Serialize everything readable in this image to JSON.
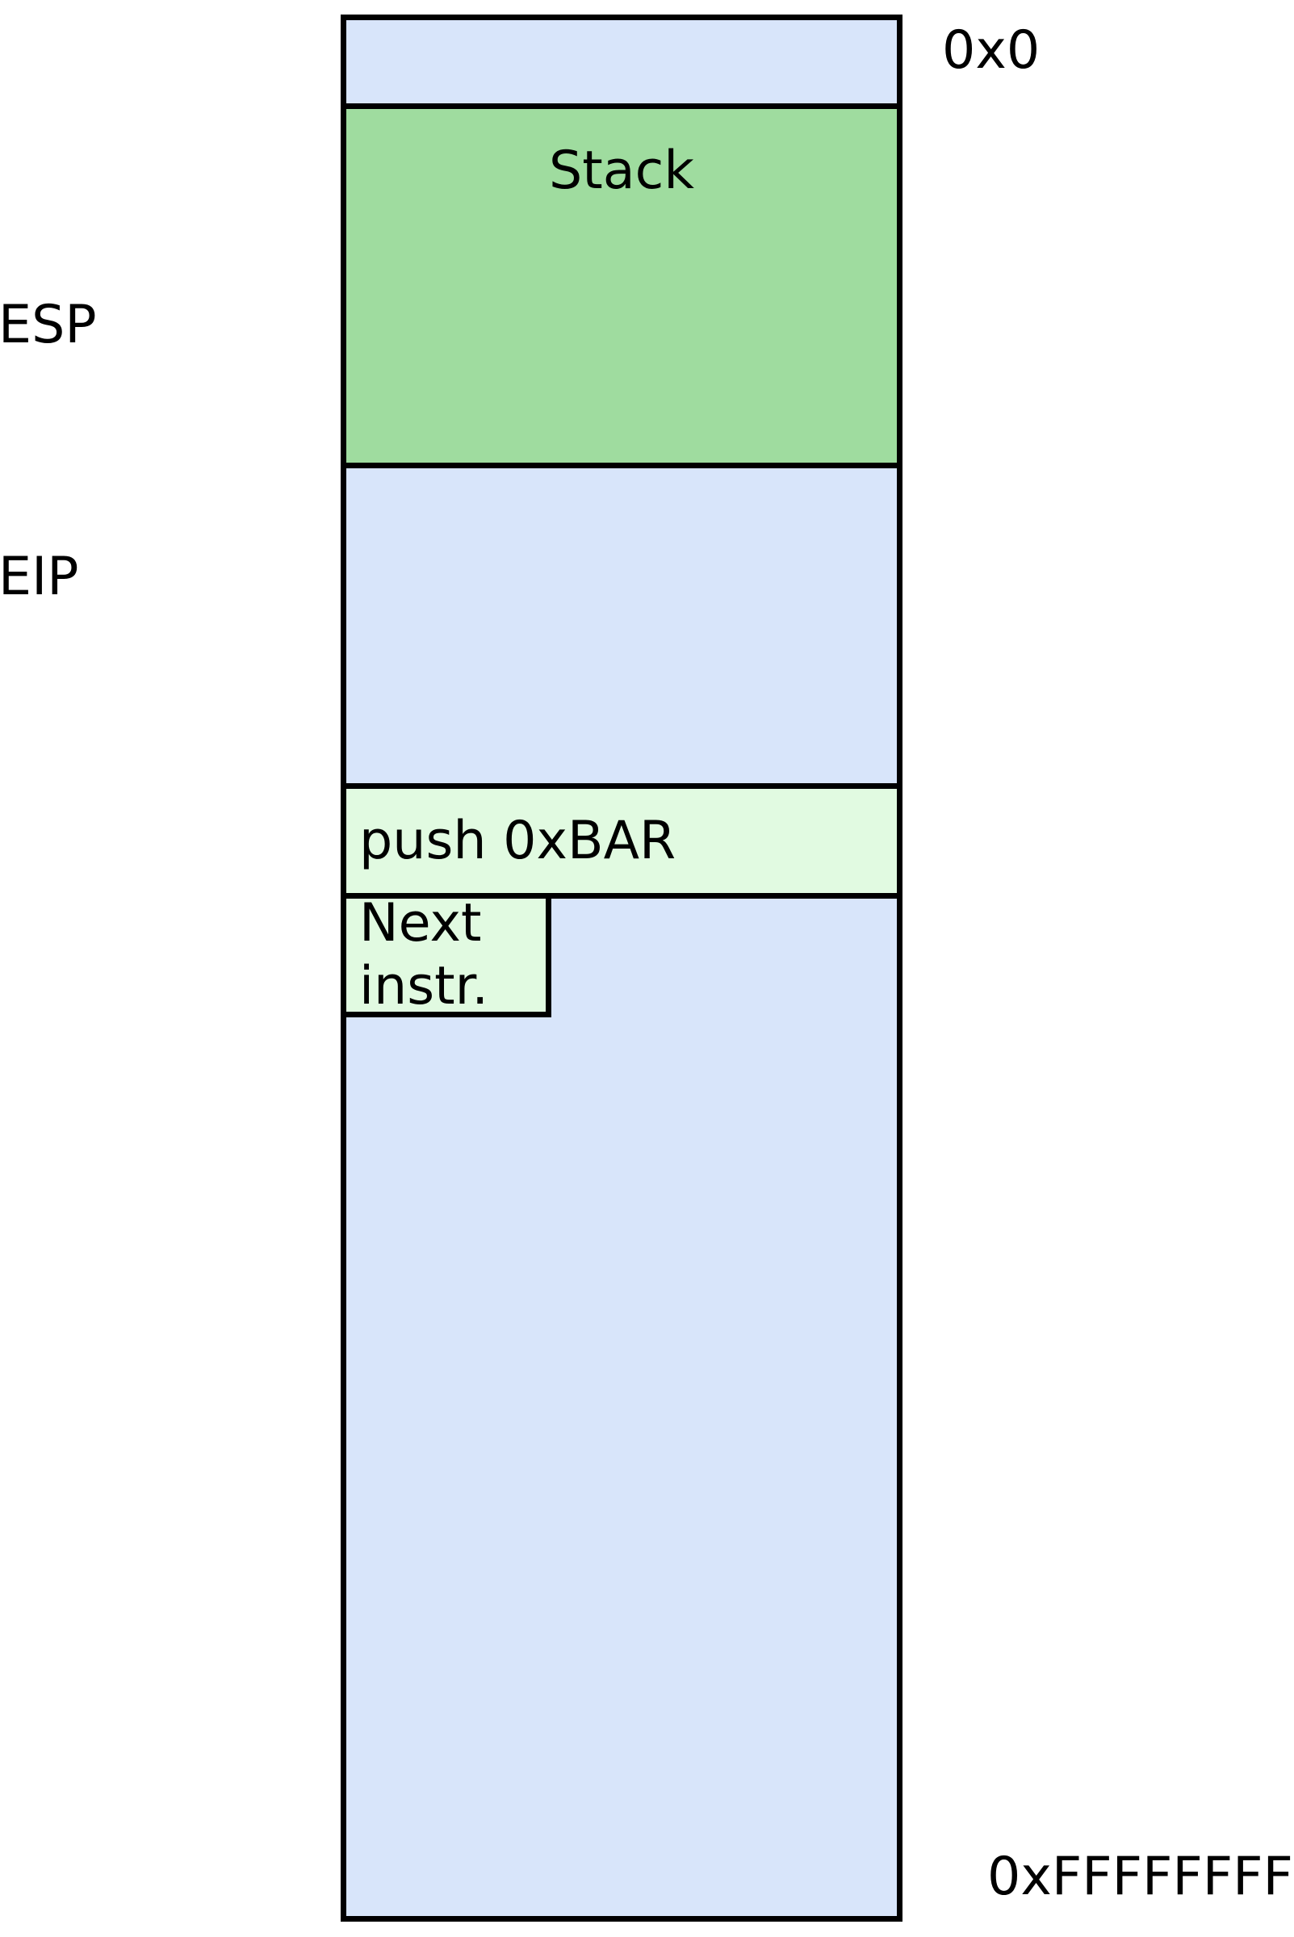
{
  "diagram": {
    "title": "memory-layout-diagram",
    "address_top": "0x0",
    "address_bottom": "0xFFFFFFFF",
    "registers": {
      "esp_label": "ESP",
      "eip_label": "EIP"
    },
    "memory": {
      "stack_label": "Stack",
      "push_instruction": "push 0xBAR",
      "next_instruction": "Next instr."
    },
    "colors": {
      "memory_fill": "#d8e5fa",
      "stack_fill": "#9fdc9f",
      "instruction_fill": "#e1fae1",
      "border": "#000000",
      "background": "#ffffff",
      "text": "#000000"
    }
  }
}
